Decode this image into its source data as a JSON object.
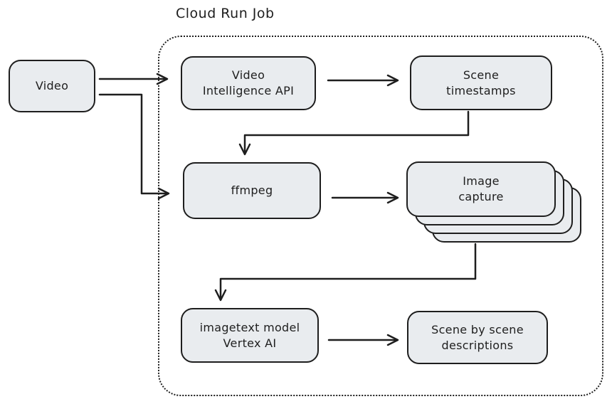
{
  "title": "Cloud Run Job",
  "colors": {
    "stroke": "#1e1e1e",
    "node_fill": "#e9ecef",
    "background": "#ffffff"
  },
  "container": {
    "label": "Cloud Run Job",
    "border_style": "dotted"
  },
  "nodes": {
    "video": {
      "label": "Video",
      "inside_container": false
    },
    "video_intelligence_api": {
      "label": "Video\nIntelligence API",
      "inside_container": true
    },
    "scene_timestamps": {
      "label": "Scene\ntimestamps",
      "inside_container": true
    },
    "ffmpeg": {
      "label": "ffmpeg",
      "inside_container": true
    },
    "image_capture": {
      "label": "Image\ncapture",
      "inside_container": true,
      "stacked_cards": 4
    },
    "imagetext_model": {
      "label": "imagetext model\nVertex AI",
      "inside_container": true
    },
    "scene_descriptions": {
      "label": "Scene by scene\ndescriptions",
      "inside_container": true
    }
  },
  "edges": [
    {
      "from": "video",
      "to": "video_intelligence_api"
    },
    {
      "from": "video",
      "to": "ffmpeg"
    },
    {
      "from": "video_intelligence_api",
      "to": "scene_timestamps"
    },
    {
      "from": "scene_timestamps",
      "to": "ffmpeg"
    },
    {
      "from": "ffmpeg",
      "to": "image_capture"
    },
    {
      "from": "image_capture",
      "to": "imagetext_model"
    },
    {
      "from": "imagetext_model",
      "to": "scene_descriptions"
    }
  ]
}
